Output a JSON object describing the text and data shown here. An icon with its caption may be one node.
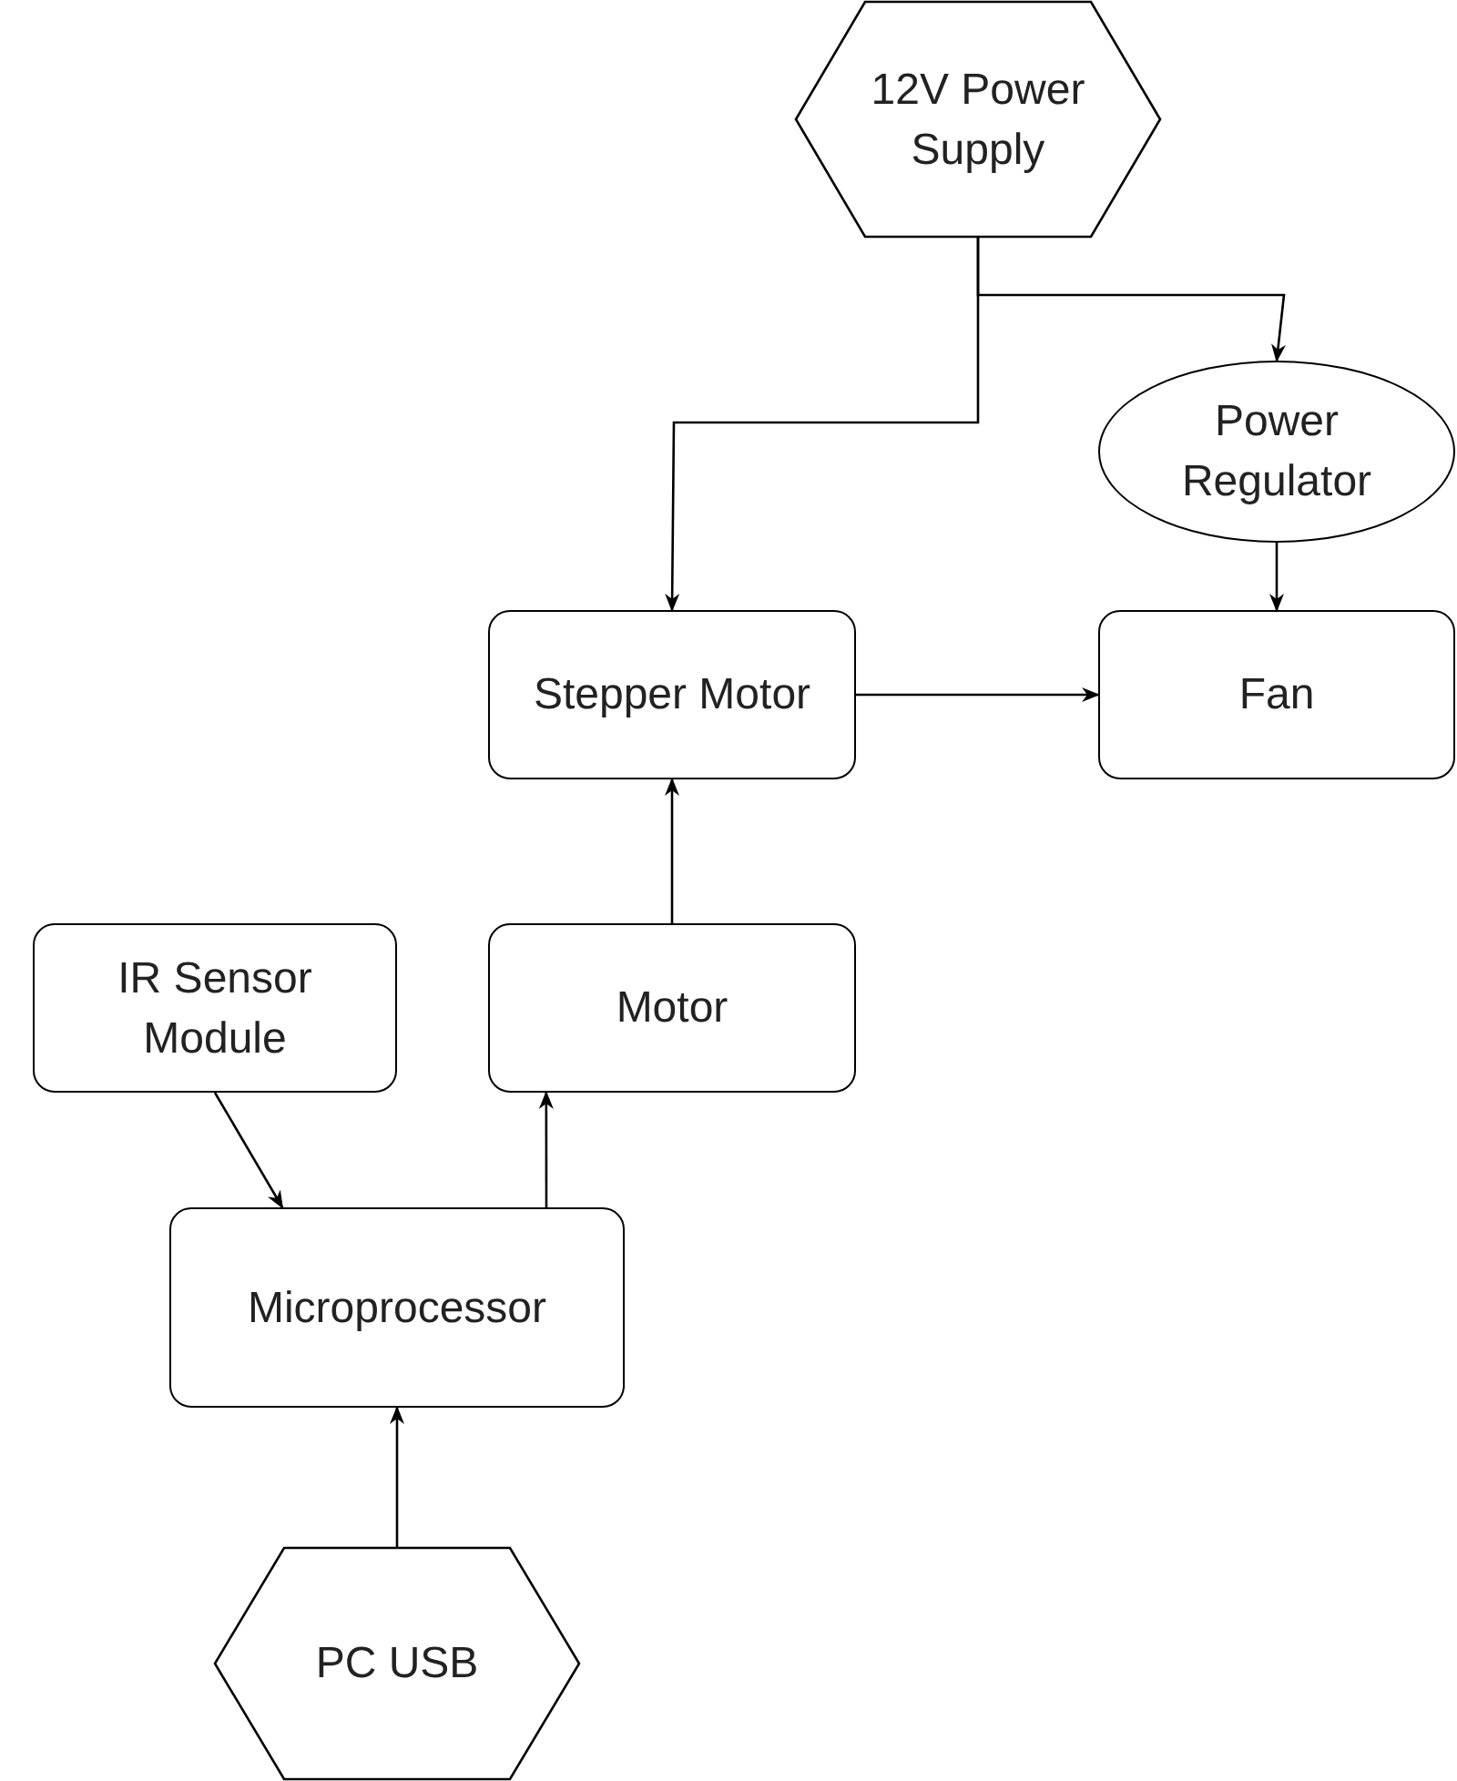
{
  "diagram": {
    "nodes": [
      {
        "text": [
          "12V Power Supply"
        ]
      },
      {
        "text": [
          "Power Regulator"
        ]
      },
      {
        "text": [
          "Stepper Motor"
        ]
      },
      {
        "text": [
          "Fan"
        ]
      },
      {
        "text": [
          "IR Sensor Module"
        ]
      },
      {
        "text": [
          "Motor"
        ]
      },
      {
        "text": [
          "Microprocessor"
        ]
      },
      {
        "text": [
          "PC USB"
        ]
      }
    ],
    "edges": [
      {
        "from": 0,
        "to": 1,
        "arrow": "to"
      },
      {
        "from": 0,
        "to": 2,
        "arrow": "to"
      },
      {
        "from": 1,
        "to": 3,
        "arrow": "to"
      },
      {
        "from": 2,
        "to": 3,
        "arrow": "to"
      },
      {
        "from": 5,
        "to": 2,
        "arrow": "to"
      },
      {
        "from": 4,
        "to": 6,
        "arrow": "to"
      },
      {
        "from": 6,
        "to": 5,
        "arrow": "to"
      },
      {
        "from": 7,
        "to": 6,
        "arrow": "to"
      }
    ]
  }
}
